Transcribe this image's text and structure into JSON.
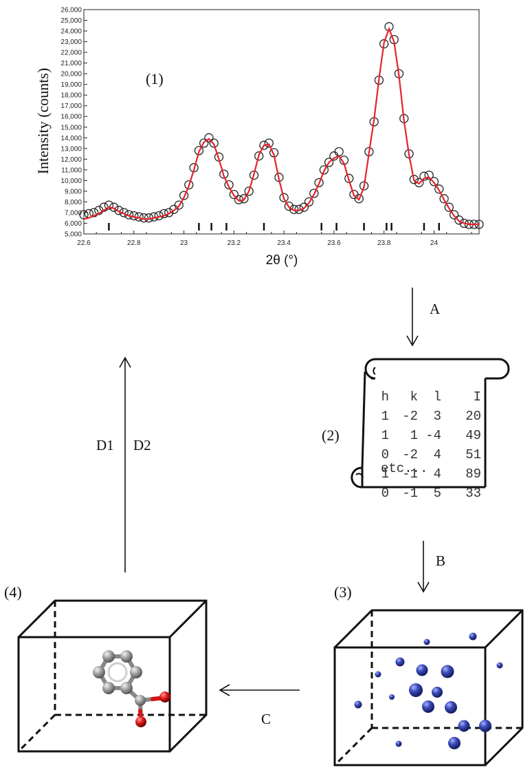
{
  "colors": {
    "fit_line": "#e8202a",
    "marker": "#222222",
    "atom_blue": "#2a3a9c",
    "carbon": "#9a9a9a",
    "oxygen": "#d81a1a"
  },
  "panel_labels": {
    "p1": "(1)",
    "p2": "(2)",
    "p3": "(3)",
    "p4": "(4)"
  },
  "arrows": {
    "a": "A",
    "b": "B",
    "c": "C",
    "d1": "D1",
    "d2": "D2"
  },
  "reflection_table": {
    "header": [
      "h",
      "k",
      "l",
      "I"
    ],
    "rows": [
      [
        "1",
        "-2",
        "3",
        "20"
      ],
      [
        "1",
        "1",
        "-4",
        "49"
      ],
      [
        "0",
        "-2",
        "4",
        "51"
      ],
      [
        "1",
        "-1",
        "4",
        "89"
      ],
      [
        "0",
        "-1",
        "5",
        "33"
      ]
    ],
    "footer": "etc..."
  },
  "chart_data": {
    "type": "scatter",
    "xlabel": "2θ (°)",
    "ylabel": "Intensity (counts)",
    "xlim": [
      22.6,
      24.18
    ],
    "ylim": [
      5000,
      26000
    ],
    "x_ticks": [
      "22.6",
      "22.8",
      "23",
      "23.2",
      "23.4",
      "23.6",
      "23.8",
      "24"
    ],
    "y_ticks": [
      "5,000",
      "6,000",
      "7,000",
      "8,000",
      "9,000",
      "10,000",
      "11,000",
      "12,000",
      "13,000",
      "14,000",
      "15,000",
      "16,000",
      "17,000",
      "18,000",
      "19,000",
      "20,000",
      "21,000",
      "22,000",
      "23,000",
      "24,000",
      "25,000",
      "26,000"
    ],
    "reflection_positions": [
      22.7,
      23.06,
      23.11,
      23.17,
      23.32,
      23.55,
      23.61,
      23.72,
      23.81,
      23.83,
      23.96,
      24.02
    ],
    "series": [
      {
        "kind": "observed",
        "x": [
          22.6,
          22.62,
          22.64,
          22.66,
          22.68,
          22.7,
          22.72,
          22.74,
          22.76,
          22.78,
          22.8,
          22.82,
          22.84,
          22.86,
          22.88,
          22.9,
          22.92,
          22.94,
          22.96,
          22.98,
          23.0,
          23.02,
          23.04,
          23.06,
          23.08,
          23.1,
          23.12,
          23.14,
          23.16,
          23.18,
          23.2,
          23.22,
          23.24,
          23.26,
          23.28,
          23.3,
          23.32,
          23.34,
          23.36,
          23.38,
          23.4,
          23.42,
          23.44,
          23.46,
          23.48,
          23.5,
          23.52,
          23.54,
          23.56,
          23.58,
          23.6,
          23.62,
          23.64,
          23.66,
          23.68,
          23.7,
          23.72,
          23.74,
          23.76,
          23.78,
          23.8,
          23.82,
          23.84,
          23.86,
          23.88,
          23.9,
          23.92,
          23.94,
          23.96,
          23.98,
          24.0,
          24.02,
          24.04,
          24.06,
          24.08,
          24.1,
          24.12,
          24.14,
          24.16,
          24.18
        ],
        "y": [
          6800,
          6900,
          7000,
          7200,
          7500,
          7700,
          7500,
          7200,
          7000,
          6800,
          6700,
          6600,
          6500,
          6500,
          6600,
          6700,
          6900,
          7000,
          7300,
          7700,
          8600,
          9600,
          11200,
          12800,
          13500,
          14000,
          13500,
          12200,
          10600,
          9600,
          8700,
          8200,
          8300,
          9000,
          10500,
          12300,
          13300,
          13500,
          12600,
          10300,
          8400,
          7600,
          7300,
          7300,
          7500,
          8000,
          8800,
          9800,
          11000,
          11700,
          12300,
          12700,
          11900,
          10200,
          8700,
          8300,
          9500,
          12700,
          15500,
          19400,
          22800,
          24400,
          23200,
          20000,
          15800,
          12500,
          10100,
          9800,
          10400,
          10500,
          9900,
          9200,
          8300,
          7500,
          6800,
          6300,
          6000,
          5900,
          5900,
          5900
        ]
      },
      {
        "kind": "calculated",
        "x": [
          22.6,
          22.62,
          22.64,
          22.66,
          22.68,
          22.7,
          22.72,
          22.74,
          22.76,
          22.78,
          22.8,
          22.82,
          22.84,
          22.86,
          22.88,
          22.9,
          22.92,
          22.94,
          22.96,
          22.98,
          23.0,
          23.02,
          23.04,
          23.06,
          23.08,
          23.1,
          23.12,
          23.14,
          23.16,
          23.18,
          23.2,
          23.22,
          23.24,
          23.26,
          23.28,
          23.3,
          23.32,
          23.34,
          23.36,
          23.38,
          23.4,
          23.42,
          23.44,
          23.46,
          23.48,
          23.5,
          23.52,
          23.54,
          23.56,
          23.58,
          23.6,
          23.62,
          23.64,
          23.66,
          23.68,
          23.7,
          23.72,
          23.74,
          23.76,
          23.78,
          23.8,
          23.82,
          23.84,
          23.86,
          23.88,
          23.9,
          23.92,
          23.94,
          23.96,
          23.98,
          24.0,
          24.02,
          24.04,
          24.06,
          24.08,
          24.1,
          24.12,
          24.14,
          24.16,
          24.18
        ],
        "y": [
          6400,
          6500,
          6700,
          6900,
          7200,
          7500,
          7400,
          7100,
          6900,
          6700,
          6600,
          6500,
          6400,
          6400,
          6500,
          6600,
          6700,
          6900,
          7200,
          7600,
          8400,
          9500,
          11000,
          12700,
          13600,
          13900,
          13400,
          12000,
          10400,
          9400,
          8600,
          8100,
          8200,
          9000,
          10600,
          12400,
          13300,
          13400,
          12400,
          10100,
          8300,
          7500,
          7200,
          7200,
          7400,
          7900,
          8700,
          9700,
          10900,
          11700,
          12100,
          12300,
          11600,
          10000,
          8600,
          8200,
          9400,
          12600,
          15700,
          19500,
          22900,
          24200,
          23000,
          19800,
          15600,
          12400,
          10000,
          9700,
          10200,
          10300,
          9800,
          9100,
          8200,
          7400,
          6700,
          6200,
          6000,
          5900,
          5900,
          5900
        ]
      }
    ]
  }
}
